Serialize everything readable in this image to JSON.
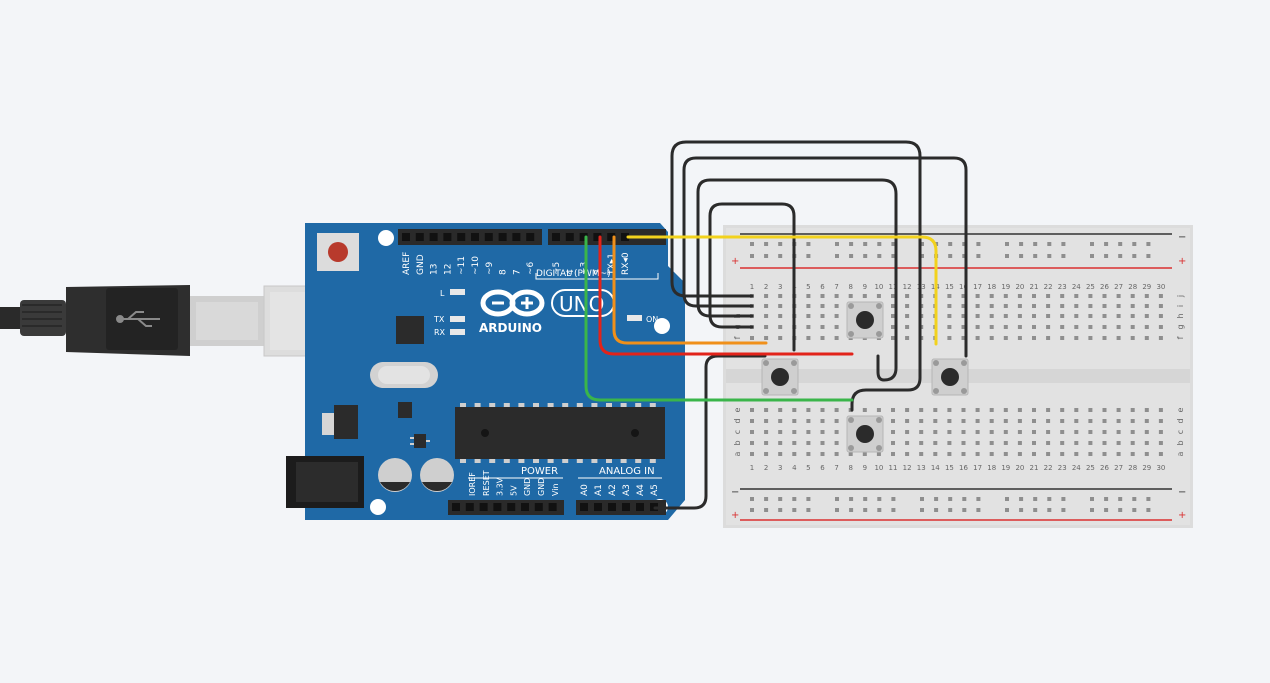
{
  "board": {
    "brand": "ARDUINO",
    "model": "UNO",
    "digital_label": "DIGITAL (PWM~)",
    "power_label": "POWER",
    "analog_label": "ANALOG IN",
    "on_label": "ON",
    "led_labels": [
      "L",
      "TX",
      "RX"
    ],
    "digital_pins": [
      "AREF",
      "GND",
      "13",
      "12",
      "~11",
      "~10",
      "~9",
      "8",
      "7",
      "~6",
      "~5",
      "4",
      "~3",
      "2",
      "TX▸1",
      "RX◂0"
    ],
    "power_pins": [
      "IOREF",
      "RESET",
      "3.3V",
      "5V",
      "GND",
      "GND",
      "Vin"
    ],
    "analog_pins": [
      "A0",
      "A1",
      "A2",
      "A3",
      "A4",
      "A5"
    ]
  },
  "breadboard": {
    "columns": 30,
    "top_rows": [
      "j",
      "i",
      "h",
      "g",
      "f"
    ],
    "bottom_rows": [
      "e",
      "d",
      "c",
      "b",
      "a"
    ],
    "rail_minus": "−",
    "rail_plus": "+"
  },
  "buttons": [
    "push-button-1",
    "push-button-2",
    "push-button-3",
    "push-button-4"
  ],
  "colors": {
    "background": "#f3f5f8",
    "board": "#1f69a6",
    "wire_black": "#2b2b2b",
    "wire_red": "#e2231a",
    "wire_yellow": "#f2d21d",
    "wire_orange": "#f0901a",
    "wire_green": "#3ab54a",
    "rail_red": "#d93030"
  }
}
